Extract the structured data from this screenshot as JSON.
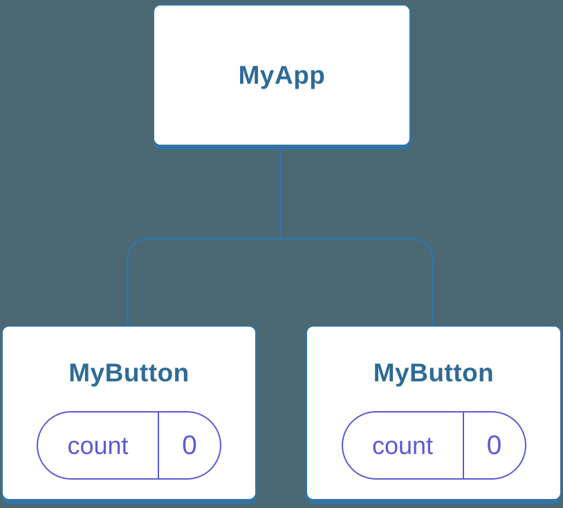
{
  "colors": {
    "bg": "#4C6873",
    "line": "#3274A5",
    "title": "#2E6B96",
    "state": "#5A5AD6",
    "card": "#FFFFFF"
  },
  "diagram": {
    "type": "component-tree",
    "root": {
      "label": "MyApp"
    },
    "children": [
      {
        "label": "MyButton",
        "state": {
          "key": "count",
          "value": "0"
        }
      },
      {
        "label": "MyButton",
        "state": {
          "key": "count",
          "value": "0"
        }
      }
    ]
  }
}
